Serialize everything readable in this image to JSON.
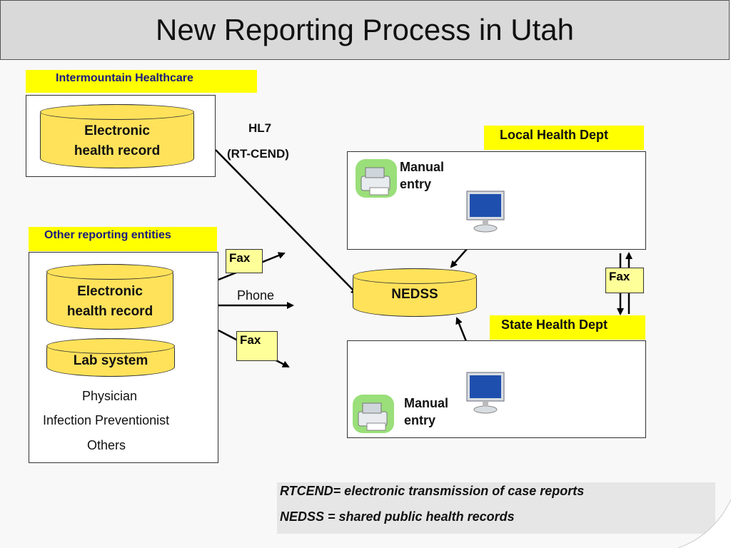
{
  "title": "New Reporting Process in Utah",
  "intermountain": {
    "label": "Intermountain Healthcare",
    "ehr_line1": "Electronic",
    "ehr_line2": "health record"
  },
  "hl7": {
    "line1": "HL7",
    "line2": "(RT-CEND)"
  },
  "local": {
    "label": "Local Health Dept",
    "manual_line1": "Manual",
    "manual_line2": "entry"
  },
  "other": {
    "label": "Other reporting entities",
    "ehr_line1": "Electronic",
    "ehr_line2": "health record",
    "lab": "Lab system",
    "people": [
      "Physician",
      "Infection Preventionist",
      "Others"
    ]
  },
  "channels": {
    "fax_top": "Fax",
    "phone": "Phone",
    "fax_bottom": "Fax",
    "fax_right": "Fax"
  },
  "nedss": "NEDSS",
  "state": {
    "label": "State Health Dept",
    "manual_line1": "Manual",
    "manual_line2": "entry"
  },
  "legend": {
    "line1": "RTCEND= electronic  transmission of case reports",
    "line2": "NEDSS = shared public health records"
  },
  "colors": {
    "label_bg": "#ffff00",
    "db_fill": "#ffe25a",
    "fax_fill": "#ffff99",
    "title_bg": "#d9d9d9"
  },
  "icons": [
    "fax-machine-icon",
    "computer-monitor-icon"
  ]
}
